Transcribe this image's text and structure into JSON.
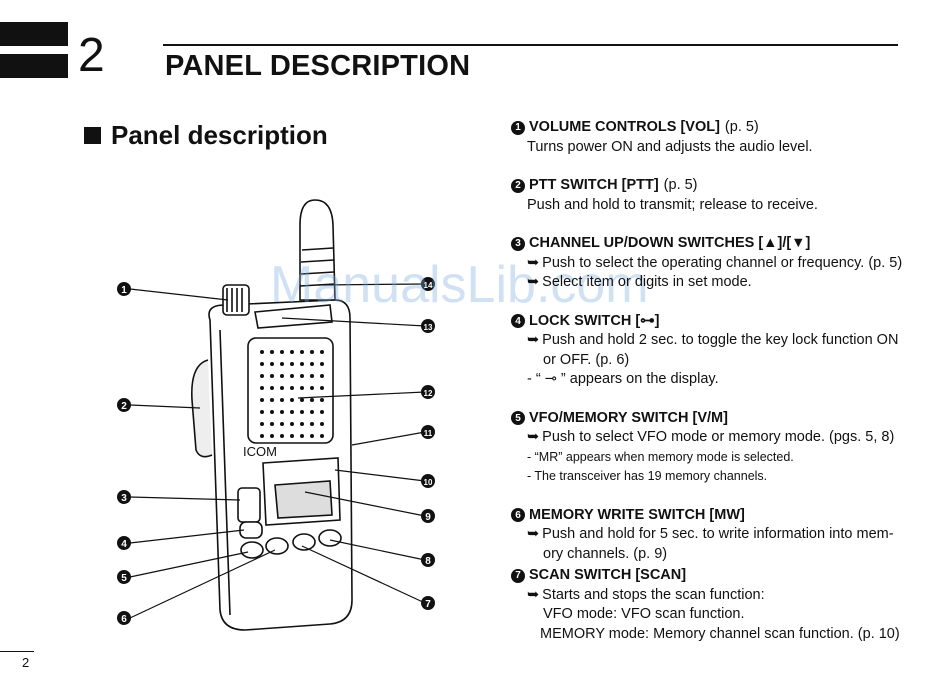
{
  "header": {
    "chapter_number": "2",
    "chapter_title": "PANEL DESCRIPTION"
  },
  "section": {
    "title": "Panel description"
  },
  "watermark": "ManualsLib.com",
  "figure": {
    "callouts": [
      "1",
      "2",
      "3",
      "4",
      "5",
      "6",
      "7",
      "8",
      "9",
      "10",
      "11",
      "12",
      "13",
      "14"
    ],
    "brand_text": "ICOM"
  },
  "items": [
    {
      "num": "1",
      "title": "VOLUME CONTROLS [VOL]",
      "page": "(p. 5)",
      "lines": [
        {
          "text": "Turns power ON and adjusts the audio level."
        }
      ]
    },
    {
      "num": "2",
      "title": "PTT SWITCH [PTT]",
      "page": "(p. 5)",
      "lines": [
        {
          "text": "Push and hold to transmit; release to receive."
        }
      ]
    },
    {
      "num": "3",
      "title": "CHANNEL UP/DOWN SWITCHES [▲]/[▼]",
      "page": "",
      "lines": [
        {
          "arrow": "➥",
          "text": "Push to select the operating channel or frequency. (p. 5)"
        },
        {
          "arrow": "➥",
          "text": "Select item or digits in set mode."
        }
      ]
    },
    {
      "num": "4",
      "title": "LOCK SWITCH [⊶]",
      "page": "",
      "lines": [
        {
          "arrow": "➥",
          "text": "Push and hold 2 sec. to toggle the key lock function ON"
        },
        {
          "text": "or OFF. (p. 6)",
          "indent": "sub"
        },
        {
          "text": "- “ ⊸ ” appears on the display."
        }
      ]
    },
    {
      "num": "5",
      "title": "VFO/MEMORY SWITCH [V/M]",
      "page": "",
      "lines": [
        {
          "arrow": "➥",
          "text": "Push to select VFO mode or memory mode. (pgs. 5, 8)"
        },
        {
          "text": "- “MR” appears when memory mode is selected.",
          "size": "small"
        },
        {
          "text": "- The transceiver has 19 memory channels.",
          "size": "small"
        }
      ]
    },
    {
      "num": "6",
      "title": "MEMORY WRITE SWITCH [MW]",
      "page": "",
      "lines": [
        {
          "arrow": "➥",
          "text": "Push and hold for 5 sec. to write information into mem-"
        },
        {
          "text": "ory channels. (p. 9)",
          "indent": "sub"
        }
      ]
    },
    {
      "num": "7",
      "title": "SCAN SWITCH [SCAN]",
      "page": "",
      "lines": [
        {
          "arrow": "➥",
          "text": "Starts and stops the scan function:"
        },
        {
          "text": "VFO mode: VFO scan function.",
          "indent": "sub"
        },
        {
          "text": "MEMORY mode: Memory channel scan function. (p. 10)",
          "indent": "mid"
        }
      ]
    }
  ],
  "footer": {
    "page_number": "2"
  }
}
